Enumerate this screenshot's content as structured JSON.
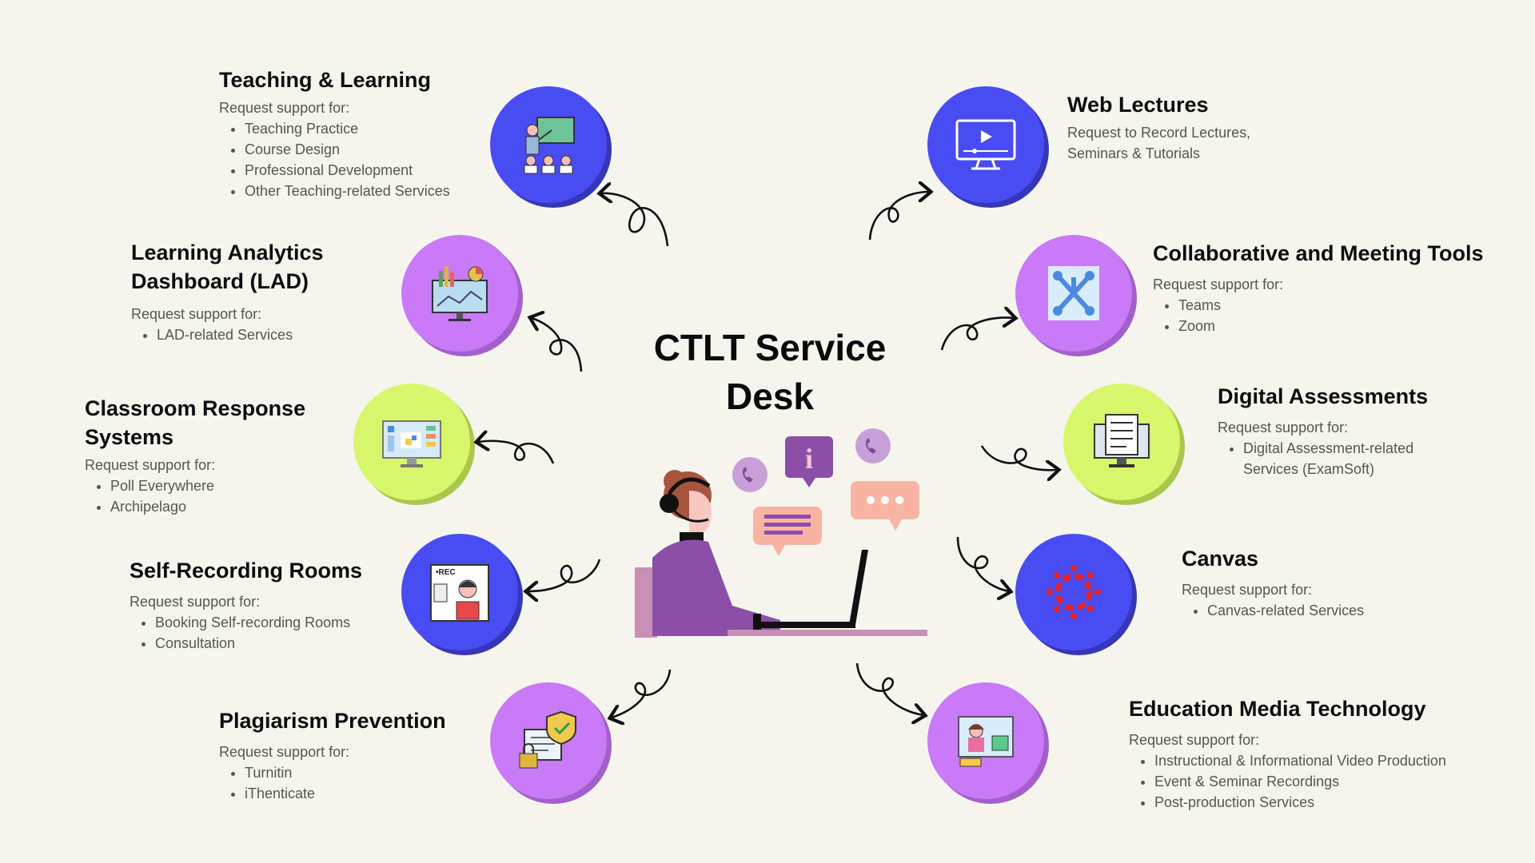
{
  "title": "CTLT Service Desk",
  "colors": {
    "background": "#f5f5ee",
    "blue": "#4a4cf3",
    "purple": "#c87af7",
    "lime": "#d8f66c"
  },
  "services": {
    "teaching": {
      "title": "Teaching & Learning",
      "sub": "Request support for:",
      "items": [
        "Teaching Practice",
        "Course Design",
        "Professional Development",
        "Other Teaching-related Services"
      ],
      "icon": "teacher-presentation-icon"
    },
    "lad": {
      "title1": "Learning Analytics",
      "title2": "Dashboard (LAD)",
      "sub": "Request support for:",
      "items": [
        "LAD-related Services"
      ],
      "icon": "analytics-monitor-icon"
    },
    "crs": {
      "title1": "Classroom Response",
      "title2": "Systems",
      "sub": "Request support for:",
      "items": [
        "Poll Everywhere",
        "Archipelago"
      ],
      "icon": "monitor-poll-icon"
    },
    "srr": {
      "title": "Self-Recording Rooms",
      "sub": "Request support for:",
      "items": [
        "Booking Self-recording Rooms",
        "Consultation"
      ],
      "icon": "recording-person-icon",
      "rec_label": "•REC"
    },
    "pp": {
      "title": "Plagiarism Prevention",
      "sub": "Request support for:",
      "items": [
        "Turnitin",
        "iThenticate"
      ],
      "icon": "shield-document-icon"
    },
    "web": {
      "title": "Web Lectures",
      "line1": "Request to Record Lectures,",
      "line2": "Seminars & Tutorials",
      "icon": "video-monitor-icon"
    },
    "collab": {
      "title": "Collaborative and Meeting Tools",
      "sub": "Request support for:",
      "items": [
        "Teams",
        "Zoom"
      ],
      "icon": "collaboration-network-icon"
    },
    "digital": {
      "title": "Digital Assessments",
      "sub": "Request support for:",
      "item1": "Digital Assessment-related",
      "item1b": "Services (ExamSoft)",
      "icon": "exam-document-icon"
    },
    "canvas": {
      "title": "Canvas",
      "sub": "Request support for:",
      "items": [
        "Canvas-related Services"
      ],
      "icon": "canvas-logo-icon"
    },
    "emt": {
      "title": "Education Media Technology",
      "sub": "Request support for:",
      "items": [
        "Instructional & Informational Video Production",
        "Event & Seminar Recordings",
        "Post-production Services"
      ],
      "icon": "media-production-icon"
    }
  }
}
